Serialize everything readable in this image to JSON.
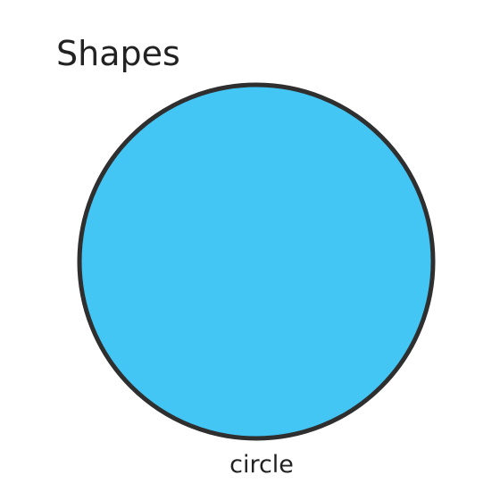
{
  "title": "Shapes",
  "shape": {
    "type": "circle",
    "label": "circle",
    "fill_color": "#44c6f5",
    "stroke_color": "#2f2f2f"
  }
}
